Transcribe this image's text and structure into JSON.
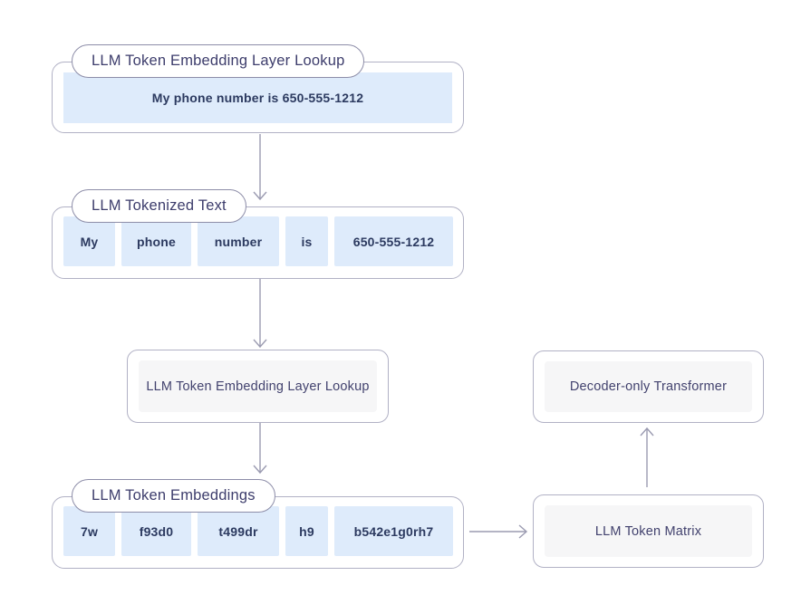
{
  "title": "LLM token embedding flow diagram",
  "stages": {
    "input": {
      "label": "LLM Token Embedding Layer Lookup",
      "sentence": "My phone number is 650-555-1212"
    },
    "tokenized": {
      "label": "LLM Tokenized Text",
      "tokens": [
        "My",
        "phone",
        "number",
        "is",
        "650-555-1212"
      ]
    },
    "lookup": {
      "label": "LLM Token Embedding Layer Lookup"
    },
    "embeddings": {
      "label": "LLM Token Embeddings",
      "tokens": [
        "7w",
        "f93d0",
        "t499dr",
        "h9",
        "b542e1g0rh7"
      ]
    },
    "matrix": {
      "label": "LLM Token Matrix"
    },
    "transformer": {
      "label": "Decoder-only Transformer"
    }
  },
  "colors": {
    "background": "#FFFFFF",
    "box_border": "#B1B1C5",
    "pill_border": "#8D8DA8",
    "heading_text": "#3D3D6C",
    "token_text": "#2C3A60",
    "token_fill": "#DEEBFB",
    "panel_fill": "#F6F6F7",
    "panel_text": "#42426E",
    "arrow": "#9B9BB1"
  }
}
